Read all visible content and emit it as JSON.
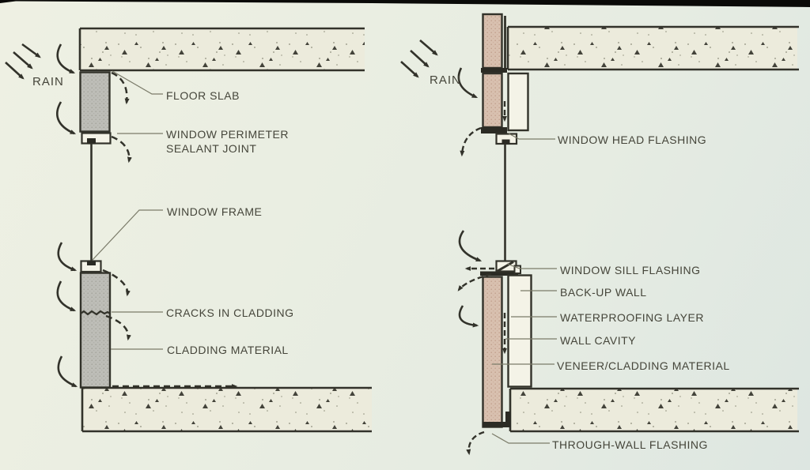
{
  "figure": {
    "type": "architectural-detail-diagram",
    "subject": "Rain penetration at window wall sections: face-sealed cladding vs. cavity wall with flashings",
    "colors": {
      "background": "#e9ece2",
      "linework": "#32322a",
      "label_text": "#45453a",
      "concrete_fill": "#ecebdc",
      "cladding_fill": "#bdbdb7",
      "veneer_fill": "#d8c0af",
      "flashing_fill": "#2b2b24",
      "leader_line": "#7b7b69",
      "film_edge": "#0a0a08"
    },
    "left_diagram": {
      "rain_label": "RAIN",
      "labels": {
        "floor_slab": "FLOOR SLAB",
        "perimeter_joint": "WINDOW PERIMETER\nSEALANT JOINT",
        "window_frame": "WINDOW FRAME",
        "cracks": "CRACKS IN CLADDING",
        "cladding_material": "CLADDING MATERIAL"
      }
    },
    "right_diagram": {
      "rain_label": "RAIN",
      "labels": {
        "head_flashing": "WINDOW HEAD FLASHING",
        "sill_flashing": "WINDOW SILL FLASHING",
        "backup_wall": "BACK-UP WALL",
        "waterproofing": "WATERPROOFING LAYER",
        "wall_cavity": "WALL CAVITY",
        "veneer": "VENEER/CLADDING MATERIAL",
        "through_wall_flashing": "THROUGH-WALL FLASHING"
      }
    }
  }
}
